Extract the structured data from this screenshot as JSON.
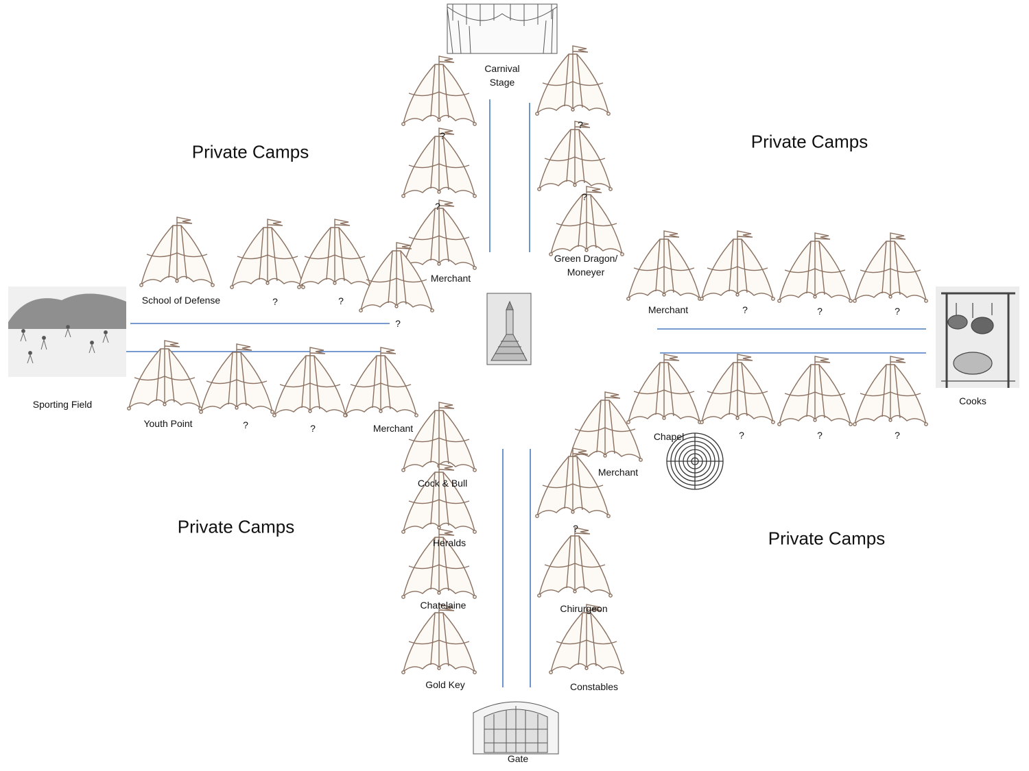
{
  "colors": {
    "street": "#4a7ac0",
    "tent": "#8a7060",
    "sketch": "#555555",
    "ink": "#111111"
  },
  "areas": [
    "Private Camps",
    "Private Camps",
    "Private Camps",
    "Private Camps"
  ],
  "landmarks": {
    "stage": "Carnival\nStage",
    "sporting": "Sporting Field",
    "cooks": "Cooks",
    "gate": "Gate",
    "chapel": "Chapel"
  },
  "tents": {
    "north_west": [
      "?",
      "?",
      "Merchant"
    ],
    "north_east": [
      "?",
      "?",
      "Green Dragon/\nMoneyer"
    ],
    "west_north": [
      "School of Defense",
      "?",
      "?",
      "?"
    ],
    "west_south": [
      "Youth Point",
      "?",
      "?",
      "Merchant"
    ],
    "east_north": [
      "Merchant",
      "?",
      "?",
      "?"
    ],
    "east_south": [
      "?",
      "?",
      "?"
    ],
    "south_west": [
      "Cock & Bull",
      "Heralds",
      "Chatelaine",
      "Gold Key"
    ],
    "south_east": [
      "Merchant",
      "?",
      "Chirurgeon",
      "Constables"
    ]
  }
}
